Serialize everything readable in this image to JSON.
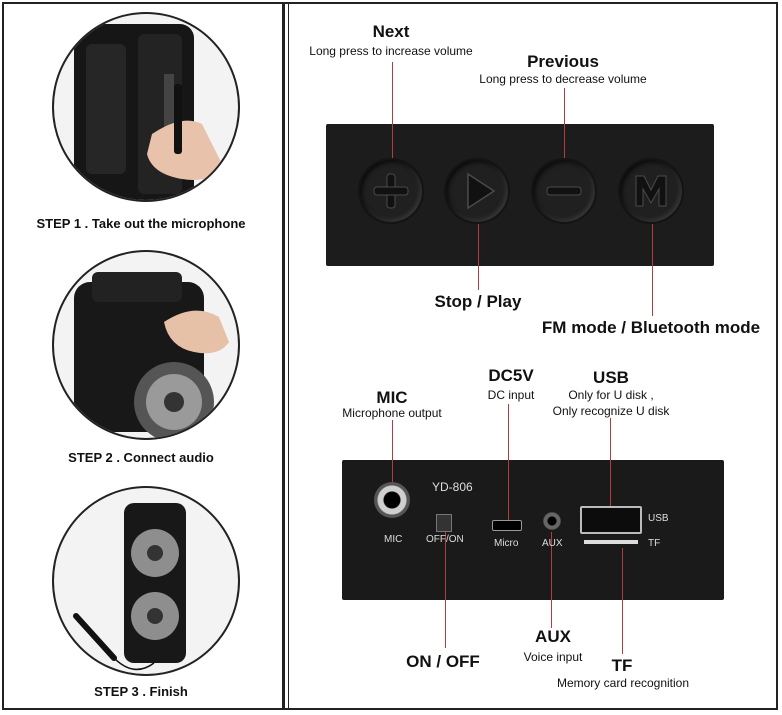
{
  "steps": [
    {
      "label": "STEP 1 . Take out the microphone"
    },
    {
      "label": "STEP 2 . Connect audio"
    },
    {
      "label": "STEP 3 . Finish"
    }
  ],
  "buttons": {
    "next": {
      "title": "Next",
      "desc": "Long press to increase volume"
    },
    "previous": {
      "title": "Previous",
      "desc": "Long press to decrease volume"
    },
    "stop_play": {
      "title": "Stop / Play"
    },
    "mode": {
      "title": "FM mode / Bluetooth mode"
    }
  },
  "ports": {
    "model": "YD-806",
    "mic": {
      "title": "MIC",
      "desc": "Microphone output",
      "panel_label": "MIC"
    },
    "switch": {
      "title": "ON / OFF",
      "panel_label": "OFF/ON"
    },
    "dc": {
      "title": "DC5V",
      "desc": "DC input",
      "panel_label": "Micro"
    },
    "aux": {
      "title": "AUX",
      "desc": "Voice input",
      "panel_label": "AUX"
    },
    "usb": {
      "title": "USB",
      "desc1": "Only for U disk ,",
      "desc2": "Only recognize U disk",
      "panel_label": "USB"
    },
    "tf": {
      "title": "TF",
      "desc": "Memory card recognition",
      "panel_label": "TF"
    }
  },
  "icons": [
    "plus-icon",
    "play-icon",
    "minus-icon",
    "m-icon"
  ]
}
